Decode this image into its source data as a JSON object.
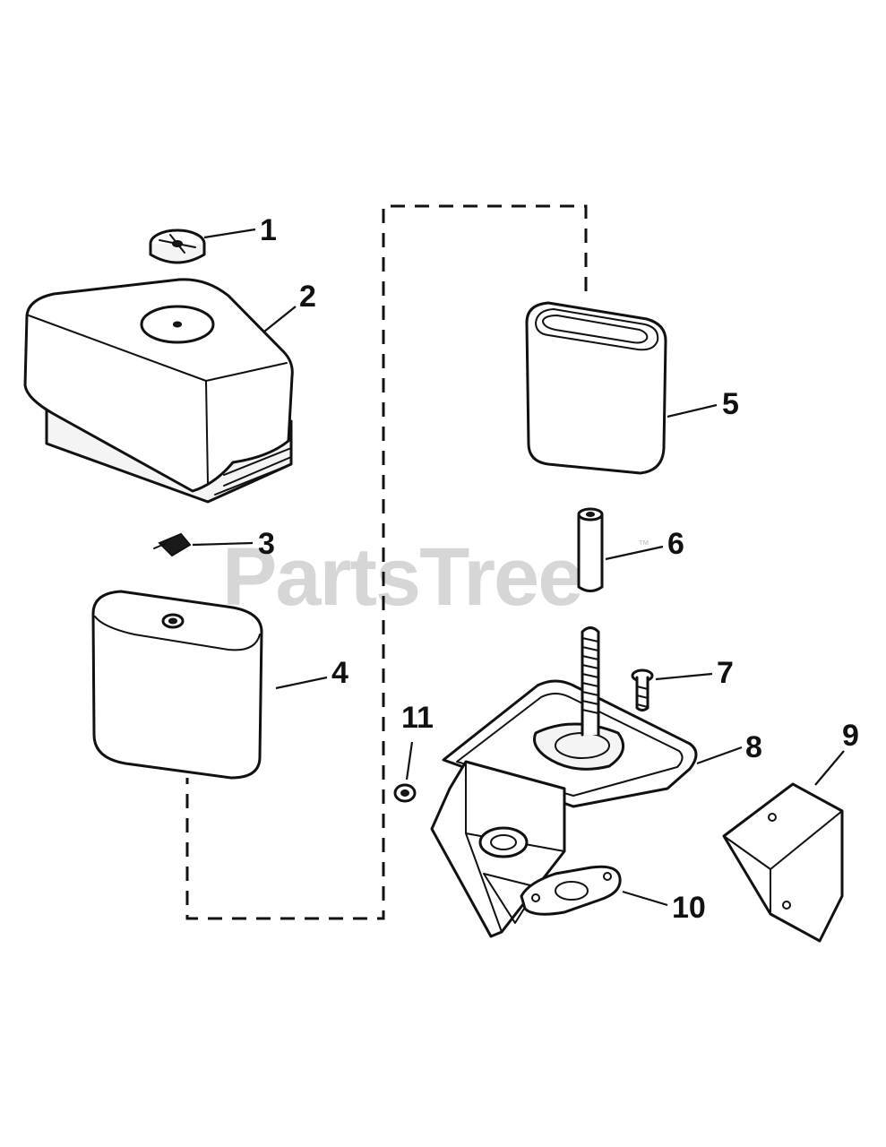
{
  "watermark": {
    "text": "PartsTree",
    "trademark": "™"
  },
  "callouts": [
    {
      "id": "1",
      "label": "1"
    },
    {
      "id": "2",
      "label": "2"
    },
    {
      "id": "3",
      "label": "3"
    },
    {
      "id": "4",
      "label": "4"
    },
    {
      "id": "5",
      "label": "5"
    },
    {
      "id": "6",
      "label": "6"
    },
    {
      "id": "7",
      "label": "7"
    },
    {
      "id": "8",
      "label": "8"
    },
    {
      "id": "9",
      "label": "9"
    },
    {
      "id": "10",
      "label": "10"
    },
    {
      "id": "11",
      "label": "11"
    }
  ],
  "colors": {
    "line": "#111111",
    "background": "#ffffff",
    "watermark": "#bdbdbd"
  }
}
